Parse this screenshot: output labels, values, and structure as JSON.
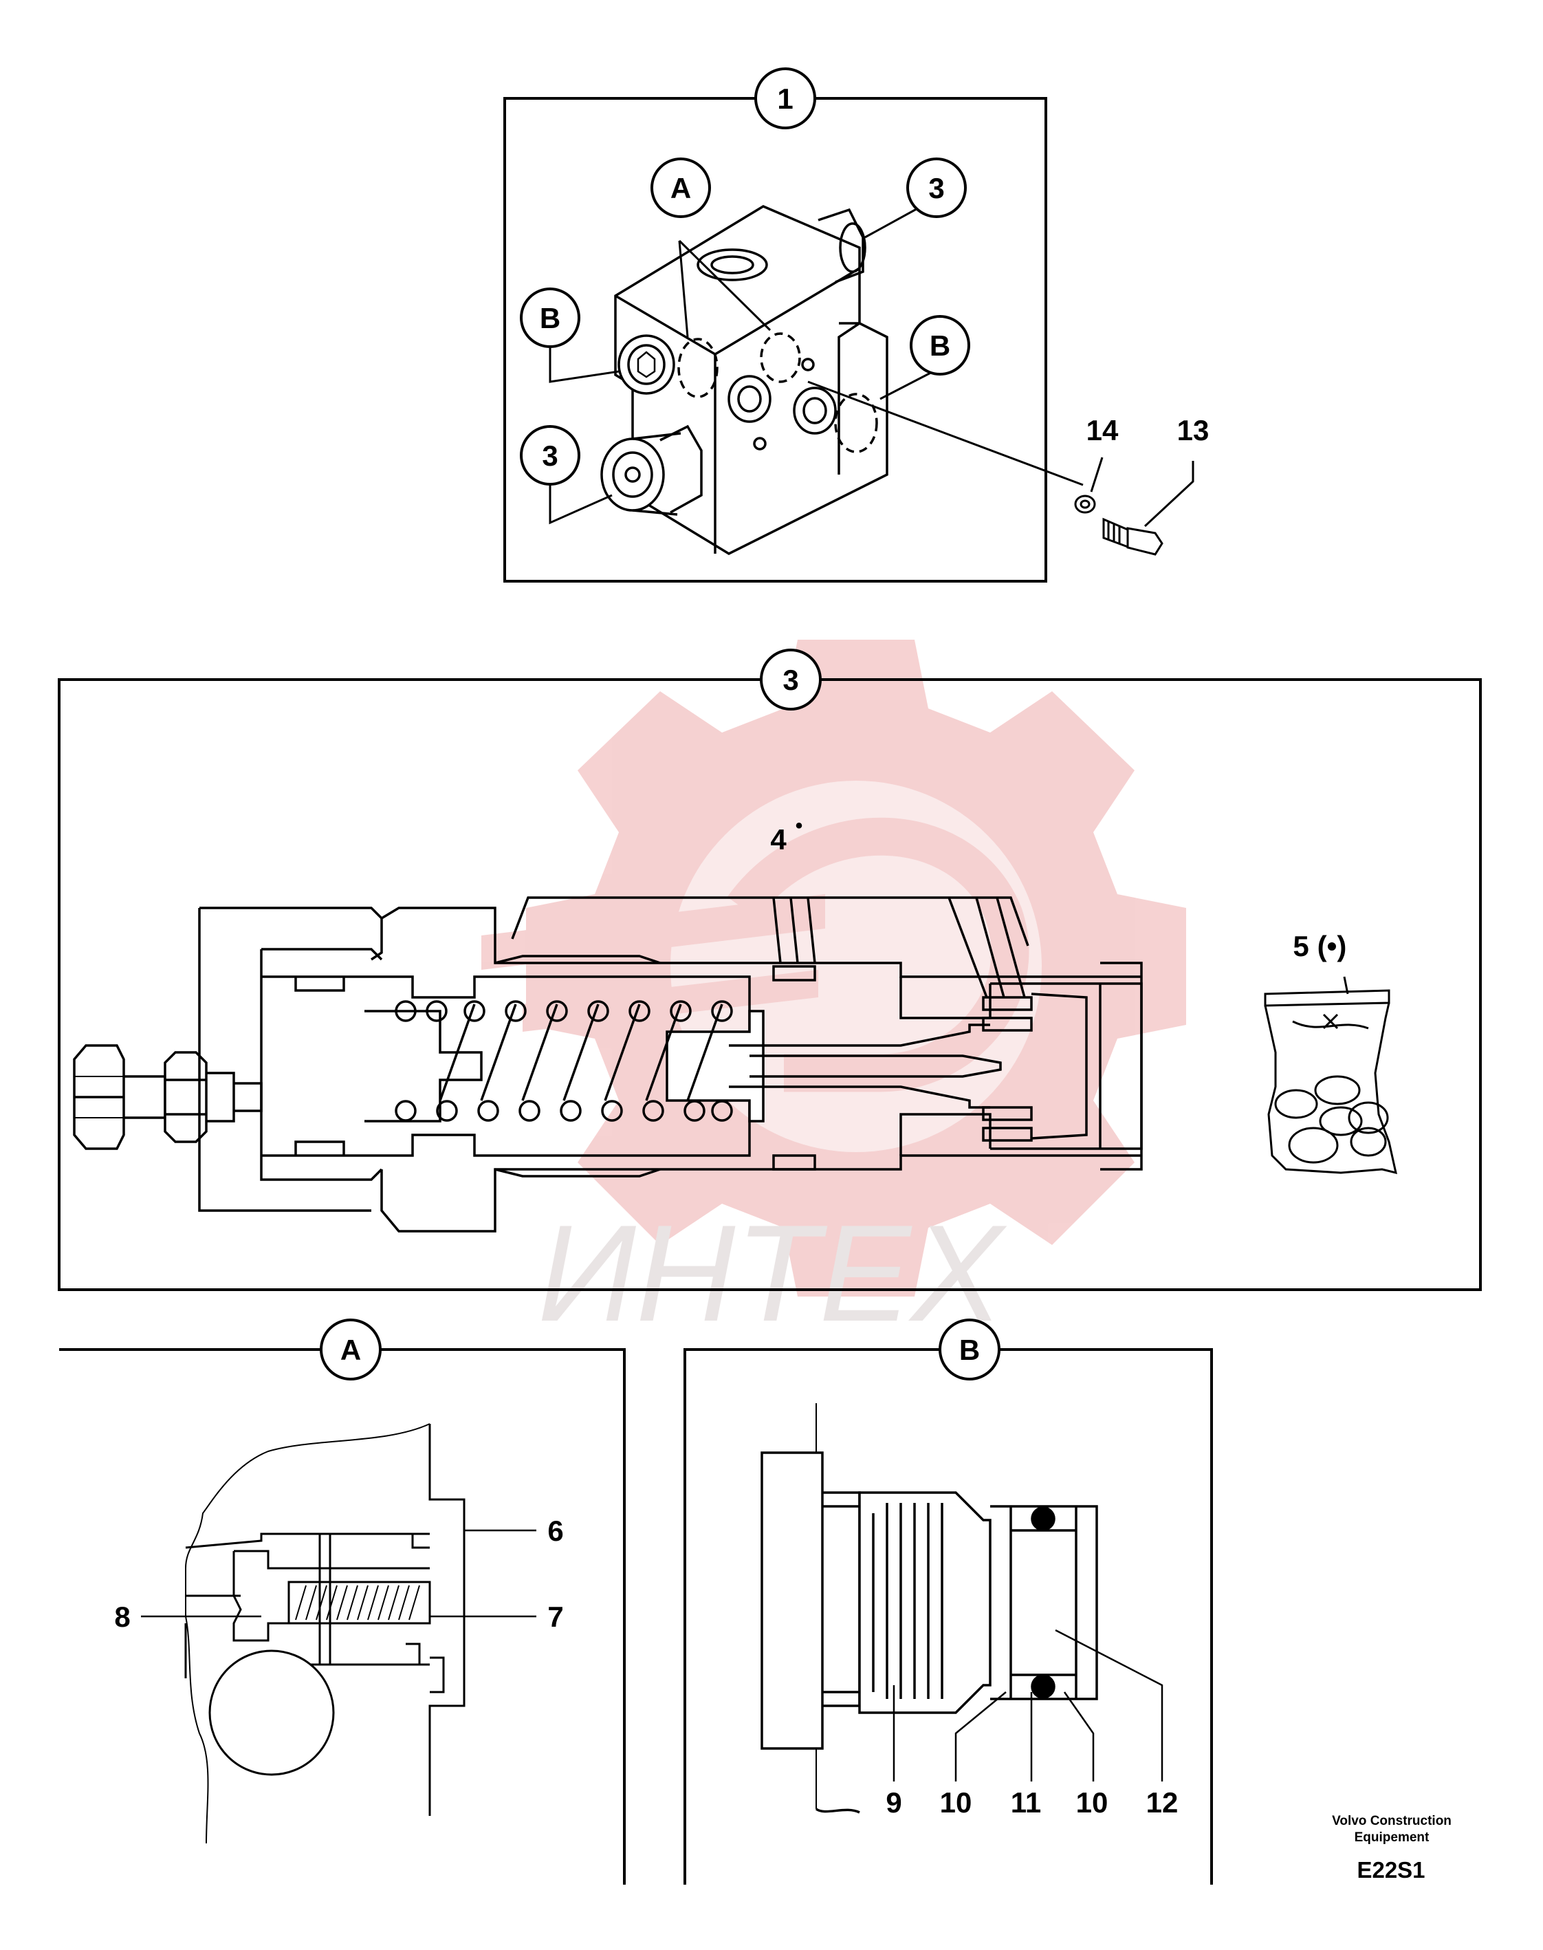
{
  "panels": {
    "valve_block": {
      "callout": "1",
      "labels": {
        "a": "A",
        "b_left": "B",
        "b_right": "B",
        "three_top": "3",
        "three_left": "3",
        "washer": "14",
        "screw": "13"
      }
    },
    "cartridge": {
      "callout": "3",
      "labels": {
        "assembly": "4",
        "assembly_mark": "•",
        "kit": "5",
        "kit_mark": "(•)"
      }
    },
    "detail_a": {
      "callout": "A",
      "labels": {
        "six": "6",
        "seven": "7",
        "eight": "8"
      }
    },
    "detail_b": {
      "callout": "B",
      "labels": {
        "nine": "9",
        "ten_left": "10",
        "eleven": "11",
        "ten_right": "10",
        "twelve": "12"
      }
    }
  },
  "watermark": {
    "text": "ИНТЕХ",
    "color": "#f2c4c4"
  },
  "footer": {
    "company": "Volvo Construction Equipement",
    "code": "E22S1"
  }
}
